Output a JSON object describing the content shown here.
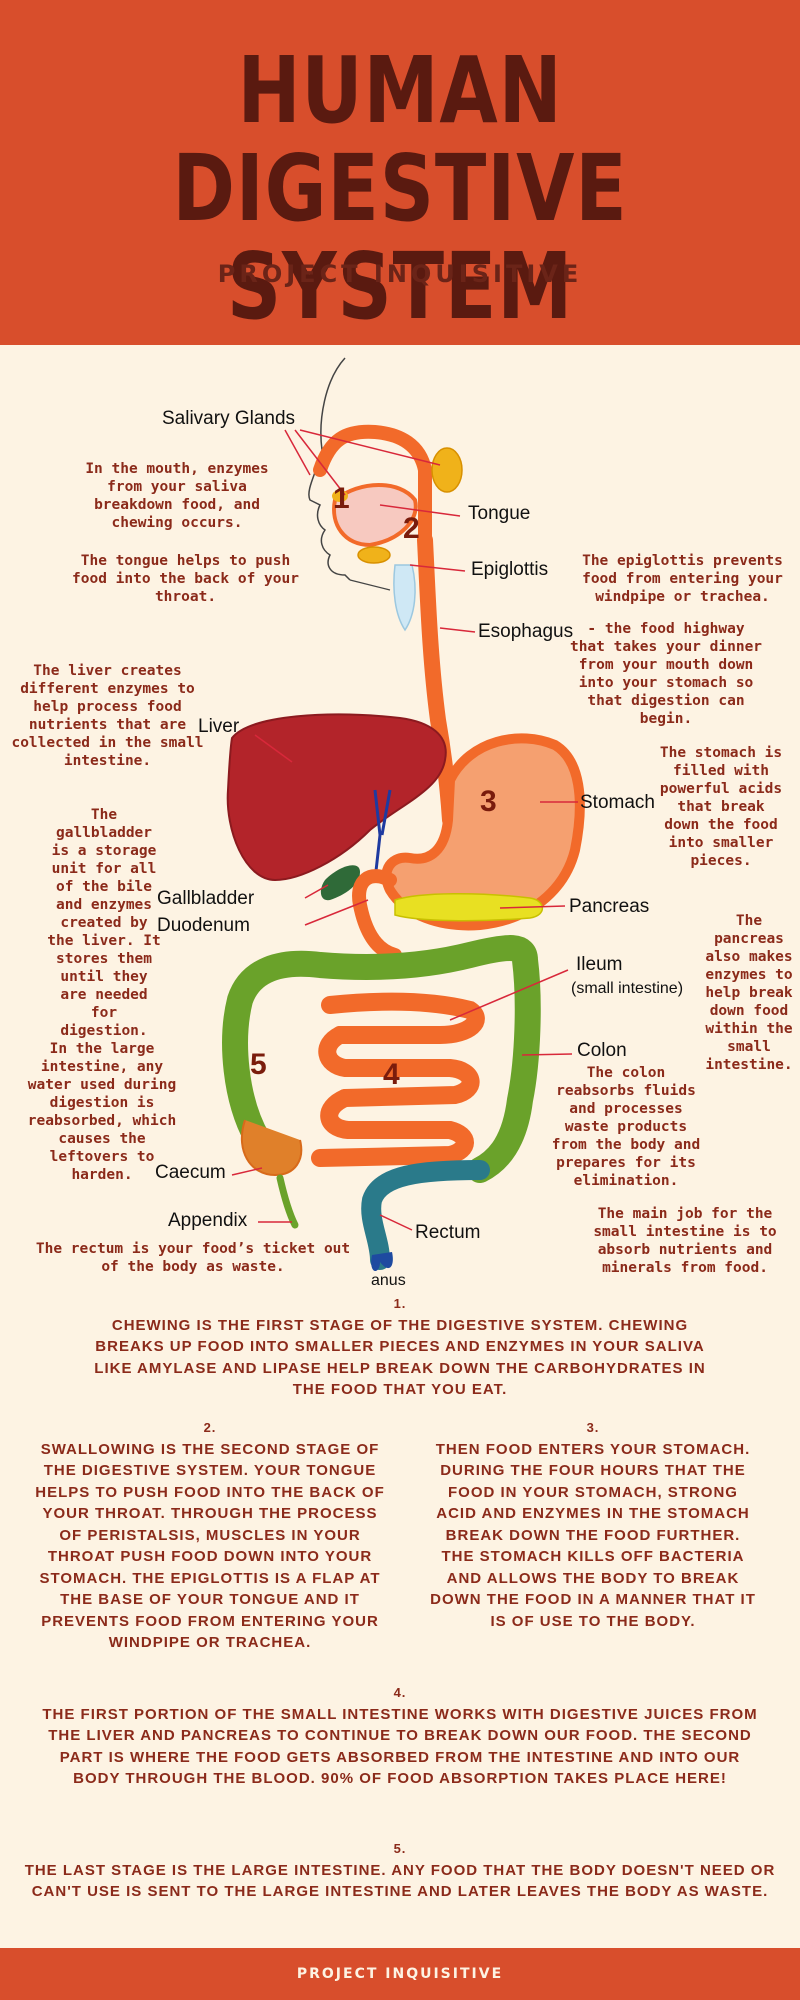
{
  "header": {
    "title_line1": "HUMAN DIGESTIVE",
    "title_line2": "SYSTEM",
    "subtitle": "PROJECT INQUISITIVE"
  },
  "diagram": {
    "labels": {
      "salivary_glands": "Salivary Glands",
      "tongue": "Tongue",
      "epiglottis": "Epiglottis",
      "esophagus": "Esophagus",
      "liver": "Liver",
      "stomach": "Stomach",
      "gallbladder": "Gallbladder",
      "duodenum": "Duodenum",
      "pancreas": "Pancreas",
      "ileum": "Ileum",
      "ileum_sub": "(small intestine)",
      "colon": "Colon",
      "caecum": "Caecum",
      "appendix": "Appendix",
      "rectum": "Rectum",
      "anus": "anus"
    },
    "numbers": [
      "1",
      "2",
      "3",
      "4",
      "5"
    ],
    "notes": {
      "mouth": "In the mouth, enzymes from your saliva breakdown food, and chewing occurs.",
      "tongue": "The tongue helps to push food into the back of your throat.",
      "epiglottis": "The epiglottis prevents food from entering your windpipe or trachea.",
      "esophagus": "- the food highway that takes your dinner from your mouth down into your stomach so that digestion can begin.",
      "liver": "The liver creates different enzymes to help process food nutrients that are collected in the small intestine.",
      "stomach": "The stomach is filled with powerful acids that break down the food into smaller pieces.",
      "gallbladder": "The gallbladder is a storage unit for all of the bile and enzymes created by the liver. It stores them until they are needed for digestion.",
      "pancreas": "The pancreas also makes enzymes to help break down food within the small intestine.",
      "large_intestine": "In the large intestine, any water used during digestion is reabsorbed, which causes the leftovers to harden.",
      "colon": "The colon reabsorbs fluids and processes waste products from the body and prepares for its elimination.",
      "rectum": "The rectum is your food’s ticket out of the body as waste.",
      "small_intestine": "The main job for the small intestine is to absorb nutrients and minerals from food."
    }
  },
  "steps": [
    {
      "num": "1.",
      "text": "Chewing is the first stage of the digestive system. Chewing breaks up food into smaller pieces and enzymes in your saliva like amylase and lipase help break down the carbohydrates in the food that you eat."
    },
    {
      "num": "2.",
      "text": "Swallowing is the second stage of the digestive system. Your tongue helps to push food into the back of your throat. Through the process of peristalsis, muscles in your throat push food down into your stomach. The epiglottis is a flap at the base of your tongue and it prevents food from entering your windpipe or trachea."
    },
    {
      "num": "3.",
      "text": "Then food enters your stomach. During the four hours that the food in your stomach, strong acid and enzymes in the stomach break down the food further. The stomach kills off bacteria and allows the body to break down the food in a manner that it is of use to the body."
    },
    {
      "num": "4.",
      "text": "The first portion of the small intestine works with digestive juices from the liver and pancreas to continue to break down our food. The second part is where the food gets absorbed from the intestine and into our body through the blood. 90% of food absorption takes place here!"
    },
    {
      "num": "5.",
      "text": "The last stage is the large intestine. Any food that the body doesn't need or can't use is sent to the large intestine and later leaves the body as waste."
    }
  ],
  "footer": {
    "text": "PROJECT INQUISITIVE"
  },
  "colors": {
    "header_bg": "#d84e2c",
    "page_bg": "#fdf3e3",
    "text_dark_red": "#8b2a1a",
    "title_brown": "#5a1a10",
    "organ_orange": "#f26a2a",
    "liver_red": "#b3242a",
    "colon_green": "#6aa22a",
    "pancreas_yellow": "#e8e022"
  }
}
